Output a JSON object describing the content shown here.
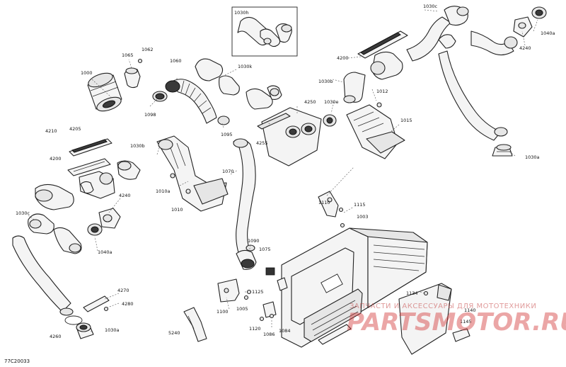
{
  "drawing_code": "77C20033",
  "watermark": {
    "subtitle": "ЗАПЧАСТИ И АКСЕССУАРЫ ДЛЯ МОТОТЕХНИКИ",
    "brand": "PARTSMOTOR.RU"
  },
  "labels": {
    "p1030h": "1030h",
    "p1030c_tr": "1030c",
    "p1040a_tr": "1040a",
    "p4240_tr": "4240",
    "p4200_tr": "4200",
    "p1030b_tr": "1030b",
    "p1012": "1012",
    "p1015": "1015",
    "p1030e": "1030e",
    "p1030a_tr": "1030a",
    "p1000": "1000",
    "p1065": "1065",
    "p1062": "1062",
    "p1060": "1060",
    "p1030k": "1030k",
    "p1098": "1098",
    "p1095": "1095",
    "p4250": "4250",
    "p4255": "4255",
    "p4210": "4210",
    "p4205": "4205",
    "p4200_l": "4200",
    "p1030b_l": "1030b",
    "p1010a": "1010a",
    "p1010": "1010",
    "p1070": "1070",
    "p4240_l": "4240",
    "p1030c_l": "1030c",
    "p1040a_l": "1040a",
    "p1110": "1110",
    "p1115": "1115",
    "p1003": "1003",
    "p1090": "1090",
    "p1075": "1075",
    "p1100": "1100",
    "p1125": "1125",
    "p1005": "1005",
    "p1120": "1120",
    "p1086": "1086",
    "p1084": "1084",
    "p4270": "4270",
    "p4280": "4280",
    "p4260": "4260",
    "p1030a_bl": "1030a",
    "p5240": "5240",
    "p1134": "1134",
    "p1140": "1140",
    "p1145": "1145"
  }
}
